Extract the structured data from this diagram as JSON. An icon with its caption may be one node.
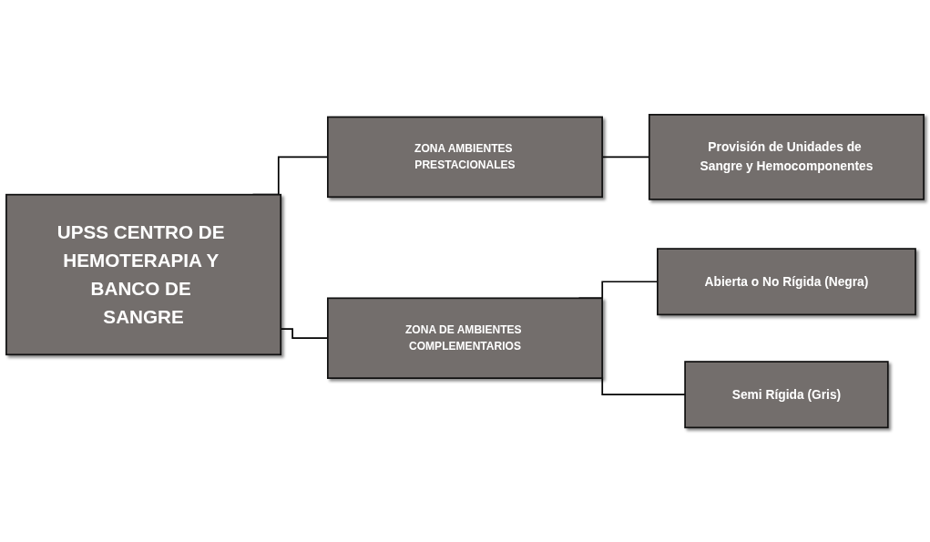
{
  "diagram": {
    "nodes": [
      {
        "text": [
          "UPSS CENTRO DE HEMOTERAPIA Y BANCO DE SANGRE"
        ]
      },
      {
        "text": [
          "ZONA AMBIENTES PRESTACIONALES"
        ]
      },
      {
        "text": [
          "Provisión de Unidades de Sangre y Hemocomponentes"
        ]
      },
      {
        "text": [
          "ZONA DE AMBIENTES COMPLEMENTARIOS"
        ]
      },
      {
        "text": [
          "Abierta o No Rígida (Negra)"
        ]
      },
      {
        "text": [
          "Semi Rígida (Gris)"
        ]
      }
    ],
    "edges": [
      {
        "from": 0,
        "to": 1,
        "arrow": "none"
      },
      {
        "from": 0,
        "to": 3,
        "arrow": "none"
      },
      {
        "from": 1,
        "to": 2,
        "arrow": "none"
      },
      {
        "from": 3,
        "to": 4,
        "arrow": "none"
      },
      {
        "from": 3,
        "to": 5,
        "arrow": "none"
      }
    ]
  }
}
